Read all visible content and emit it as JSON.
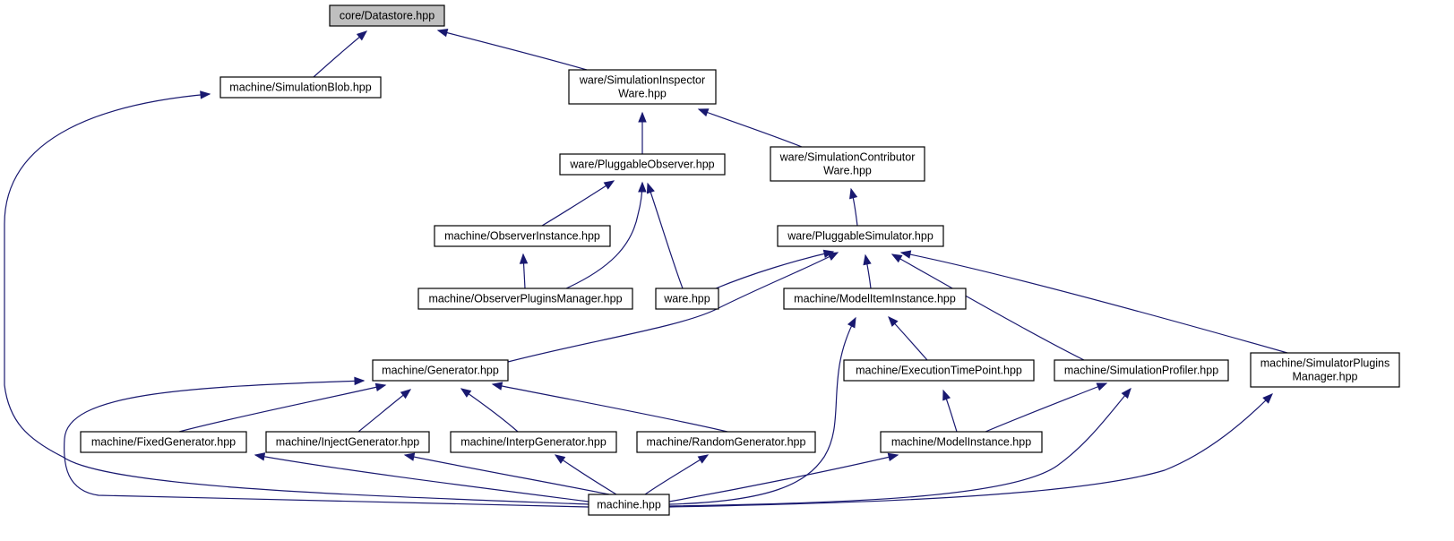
{
  "graph": {
    "colors": {
      "edge": "#191970",
      "root_fill": "#bfbfbf",
      "node_fill": "#ffffff",
      "border": "#000000"
    },
    "nodes": [
      {
        "id": "datastore",
        "lines": [
          "core/Datastore.hpp"
        ],
        "root": true
      },
      {
        "id": "simblob",
        "lines": [
          "machine/SimulationBlob.hpp"
        ]
      },
      {
        "id": "siminspector",
        "lines": [
          "ware/SimulationInspector",
          "Ware.hpp"
        ]
      },
      {
        "id": "pluggableobserver",
        "lines": [
          "ware/PluggableObserver.hpp"
        ]
      },
      {
        "id": "simcontributor",
        "lines": [
          "ware/SimulationContributor",
          "Ware.hpp"
        ]
      },
      {
        "id": "observerinstance",
        "lines": [
          "machine/ObserverInstance.hpp"
        ]
      },
      {
        "id": "pluggablesimulator",
        "lines": [
          "ware/PluggableSimulator.hpp"
        ]
      },
      {
        "id": "observerplugins",
        "lines": [
          "machine/ObserverPluginsManager.hpp"
        ]
      },
      {
        "id": "ware",
        "lines": [
          "ware.hpp"
        ]
      },
      {
        "id": "modeliteminstance",
        "lines": [
          "machine/ModelItemInstance.hpp"
        ]
      },
      {
        "id": "generator",
        "lines": [
          "machine/Generator.hpp"
        ]
      },
      {
        "id": "executiontimepoint",
        "lines": [
          "machine/ExecutionTimePoint.hpp"
        ]
      },
      {
        "id": "simprofiler",
        "lines": [
          "machine/SimulationProfiler.hpp"
        ]
      },
      {
        "id": "simpluginsmanager",
        "lines": [
          "machine/SimulatorPlugins",
          "Manager.hpp"
        ]
      },
      {
        "id": "fixedgen",
        "lines": [
          "machine/FixedGenerator.hpp"
        ]
      },
      {
        "id": "injectgen",
        "lines": [
          "machine/InjectGenerator.hpp"
        ]
      },
      {
        "id": "interpgen",
        "lines": [
          "machine/InterpGenerator.hpp"
        ]
      },
      {
        "id": "randomgen",
        "lines": [
          "machine/RandomGenerator.hpp"
        ]
      },
      {
        "id": "modelinstance",
        "lines": [
          "machine/ModelInstance.hpp"
        ]
      },
      {
        "id": "machine",
        "lines": [
          "machine.hpp"
        ]
      }
    ],
    "edges": [
      {
        "from": "simblob",
        "to": "datastore"
      },
      {
        "from": "siminspector",
        "to": "datastore"
      },
      {
        "from": "machine",
        "to": "simblob"
      },
      {
        "from": "pluggableobserver",
        "to": "siminspector"
      },
      {
        "from": "simcontributor",
        "to": "siminspector"
      },
      {
        "from": "observerinstance",
        "to": "pluggableobserver"
      },
      {
        "from": "observerplugins",
        "to": "pluggableobserver"
      },
      {
        "from": "ware",
        "to": "pluggableobserver"
      },
      {
        "from": "observerplugins",
        "to": "observerinstance"
      },
      {
        "from": "pluggablesimulator",
        "to": "simcontributor"
      },
      {
        "from": "ware",
        "to": "pluggablesimulator"
      },
      {
        "from": "generator",
        "to": "pluggablesimulator"
      },
      {
        "from": "modeliteminstance",
        "to": "pluggablesimulator"
      },
      {
        "from": "simprofiler",
        "to": "pluggablesimulator"
      },
      {
        "from": "simpluginsmanager",
        "to": "pluggablesimulator"
      },
      {
        "from": "executiontimepoint",
        "to": "modeliteminstance"
      },
      {
        "from": "machine",
        "to": "modeliteminstance"
      },
      {
        "from": "machine",
        "to": "generator"
      },
      {
        "from": "fixedgen",
        "to": "generator"
      },
      {
        "from": "injectgen",
        "to": "generator"
      },
      {
        "from": "interpgen",
        "to": "generator"
      },
      {
        "from": "randomgen",
        "to": "generator"
      },
      {
        "from": "modelinstance",
        "to": "executiontimepoint"
      },
      {
        "from": "modelinstance",
        "to": "simprofiler"
      },
      {
        "from": "machine",
        "to": "simprofiler"
      },
      {
        "from": "machine",
        "to": "simpluginsmanager"
      },
      {
        "from": "machine",
        "to": "fixedgen"
      },
      {
        "from": "machine",
        "to": "injectgen"
      },
      {
        "from": "machine",
        "to": "interpgen"
      },
      {
        "from": "machine",
        "to": "randomgen"
      },
      {
        "from": "machine",
        "to": "modelinstance"
      }
    ]
  }
}
